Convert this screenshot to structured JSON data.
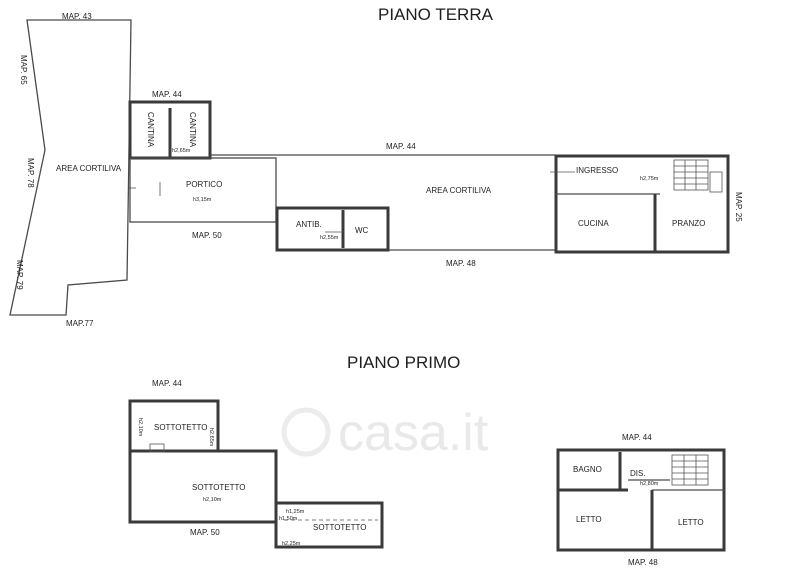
{
  "titles": {
    "ground": "PIANO TERRA",
    "first": "PIANO  PRIMO"
  },
  "watermark": "casa.it",
  "ground": {
    "map_labels": {
      "map43": "MAP. 43",
      "map65": "MAP. 65",
      "map78": "MAP. 78",
      "map79": "MAP. 79",
      "map77": "MAP.77",
      "map44_a": "MAP. 44",
      "map44_b": "MAP. 44",
      "map50": "MAP. 50",
      "map48": "MAP. 48",
      "map25": "MAP. 25"
    },
    "rooms": {
      "area_left": "AREA CORTILIVA",
      "cantina_1": "CANTINA",
      "cantina_2": "CANTINA",
      "cantina_h": "h2,65m",
      "portico": "PORTICO",
      "portico_h": "h3,15m",
      "area_mid": "AREA CORTILIVA",
      "antib": "ANTIB.",
      "wc": "WC",
      "antib_h": "h2,55m",
      "ingresso": "INGRESSO",
      "ingresso_h": "h2,75m",
      "cucina": "CUCINA",
      "pranzo": "PRANZO"
    }
  },
  "first": {
    "map_labels": {
      "map44_left": "MAP. 44",
      "map50": "MAP. 50",
      "map44_right": "MAP. 44",
      "map48": "MAP. 48"
    },
    "rooms": {
      "sottotetto_1": "SOTTOTETTO",
      "sott1_h1": "h2,10m",
      "sott1_h2": "h2,65m",
      "sottotetto_2": "SOTTOTETTO",
      "sott2_h": "h2,10m",
      "sottotetto_3": "SOTTOTETTO",
      "sott3_h1": "h1,25m",
      "sott3_h2": "h1,50m",
      "sott3_h3": "h2,25m",
      "bagno": "BAGNO",
      "dis": "DIS.",
      "dis_h": "h2,80m",
      "letto_1": "LETTO",
      "letto_2": "LETTO"
    }
  }
}
